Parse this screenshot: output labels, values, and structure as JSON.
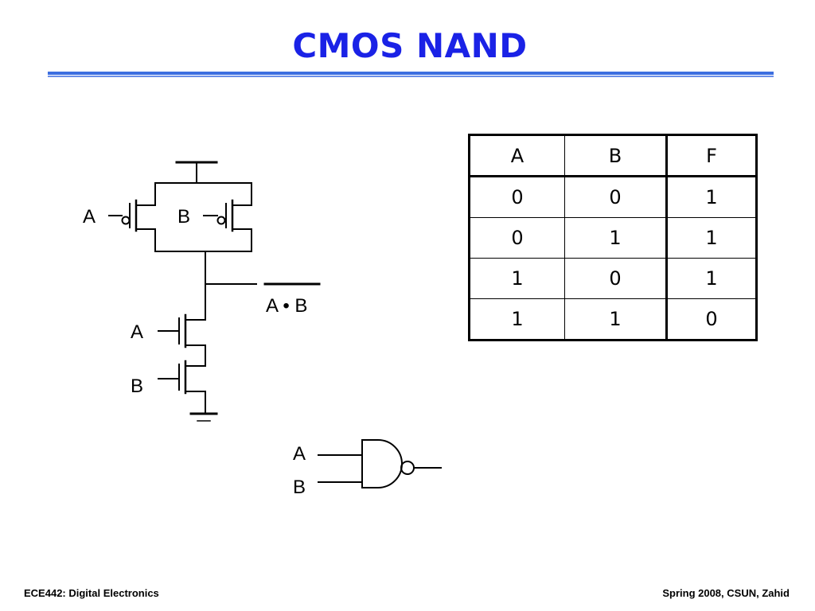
{
  "title": "CMOS NAND",
  "colors": {
    "title": "#1a22e6",
    "rule": "#3c6ee0"
  },
  "circuit_labels": {
    "pmos_a": "A",
    "pmos_b": "B",
    "nmos_a": "A",
    "nmos_b": "B",
    "output": "A • B"
  },
  "gate_labels": {
    "a": "A",
    "b": "B"
  },
  "truth_table": {
    "headers": [
      "A",
      "B",
      "F"
    ],
    "rows": [
      [
        "0",
        "0",
        "1"
      ],
      [
        "0",
        "1",
        "1"
      ],
      [
        "1",
        "0",
        "1"
      ],
      [
        "1",
        "1",
        "0"
      ]
    ]
  },
  "footer": {
    "left": "ECE442: Digital Electronics",
    "right": "Spring 2008, CSUN, Zahid"
  }
}
